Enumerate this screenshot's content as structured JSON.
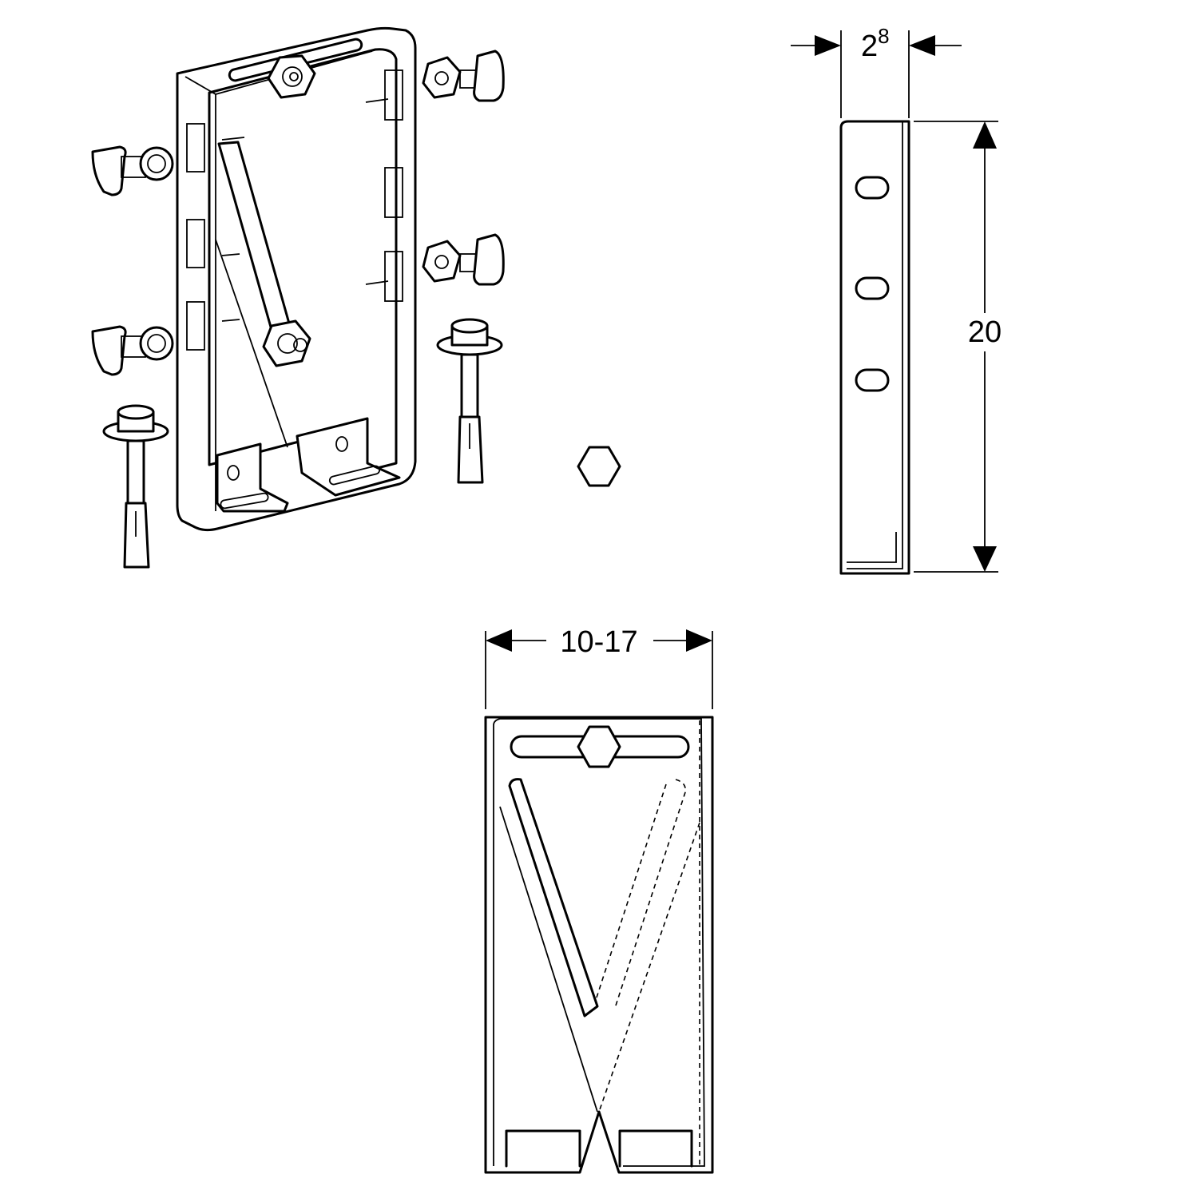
{
  "dimensions": {
    "depth_base": "2",
    "depth_sup": "8",
    "height": "20",
    "width": "10-17"
  },
  "icons": [
    "bracket-isometric-icon",
    "bolt-icon",
    "anchor-bolt-icon",
    "hex-nut-icon"
  ],
  "colors": {
    "line": "#000000",
    "background": "#ffffff"
  }
}
